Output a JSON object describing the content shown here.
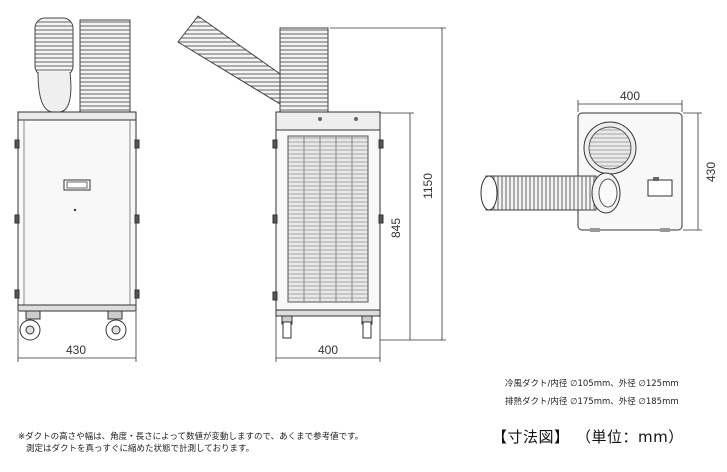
{
  "views": {
    "front": {
      "width_label": "430"
    },
    "side": {
      "width_label": "400",
      "body_height_label": "845",
      "total_height_label": "1150"
    },
    "top": {
      "width_label": "400",
      "depth_label": "430"
    }
  },
  "specs": {
    "cold_duct": "冷風ダクト/内径 ∅105mm、外径 ∅125mm",
    "hot_duct": "排熱ダクト/内径 ∅175mm、外径 ∅185mm"
  },
  "notes": {
    "line1": "※ダクトの高さや幅は、角度・長さによって数値が変動しますので、あくまで参考値です。",
    "line2": "測定はダクトを真っすぐに縮めた状態で計測しております。"
  },
  "caption": {
    "title": "【寸法図】",
    "unit": "（単位：mm）"
  }
}
